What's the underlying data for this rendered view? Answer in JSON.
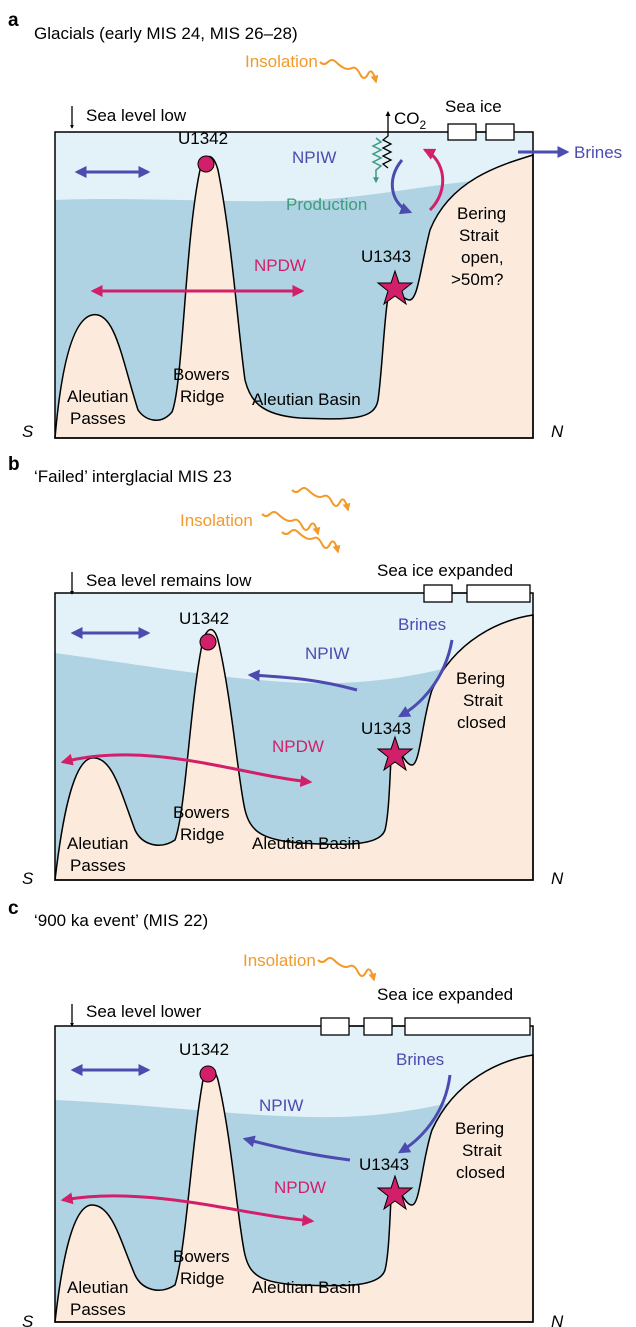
{
  "colors": {
    "deep_water": "#AFD3E2",
    "surface_water": "#E3F1F8",
    "land": "#FCEBDC",
    "npiw": "#4B4BB0",
    "npdw": "#D21F6A",
    "insolation": "#F39A2B",
    "production": "#3E9B7E"
  },
  "panels": [
    {
      "letter": "a",
      "title": "Glacials (early MIS 24, MIS 26–28)",
      "insolation": "Insolation",
      "sea_level": "Sea level low",
      "sea_ice": "Sea ice",
      "co2": "CO",
      "co2_sub": "2",
      "brines": "Brines",
      "npiw": "NPIW",
      "npdw": "NPDW",
      "production": "Production",
      "site1": "U1342",
      "site2": "U1343",
      "strait": [
        "Bering",
        "Strait",
        "open,",
        ">50m?"
      ],
      "passes": [
        "Aleutian",
        "Passes"
      ],
      "ridge": [
        "Bowers",
        "Ridge"
      ],
      "basin": "Aleutian Basin",
      "south": "S",
      "north": "N"
    },
    {
      "letter": "b",
      "title": "‘Failed’ interglacial MIS 23",
      "insolation": "Insolation",
      "sea_level": "Sea level remains low",
      "sea_ice": "Sea ice expanded",
      "brines": "Brines",
      "npiw": "NPIW",
      "npdw": "NPDW",
      "site1": "U1342",
      "site2": "U1343",
      "strait": [
        "Bering",
        "Strait",
        "closed"
      ],
      "passes": [
        "Aleutian",
        "Passes"
      ],
      "ridge": [
        "Bowers",
        "Ridge"
      ],
      "basin": "Aleutian Basin",
      "south": "S",
      "north": "N"
    },
    {
      "letter": "c",
      "title": "‘900 ka event’ (MIS 22)",
      "insolation": "Insolation",
      "sea_level": "Sea level lower",
      "sea_ice": "Sea ice expanded",
      "brines": "Brines",
      "npiw": "NPIW",
      "npdw": "NPDW",
      "site1": "U1342",
      "site2": "U1343",
      "strait": [
        "Bering",
        "Strait",
        "closed"
      ],
      "passes": [
        "Aleutian",
        "Passes"
      ],
      "ridge": [
        "Bowers",
        "Ridge"
      ],
      "basin": "Aleutian Basin",
      "south": "S",
      "north": "N"
    }
  ]
}
